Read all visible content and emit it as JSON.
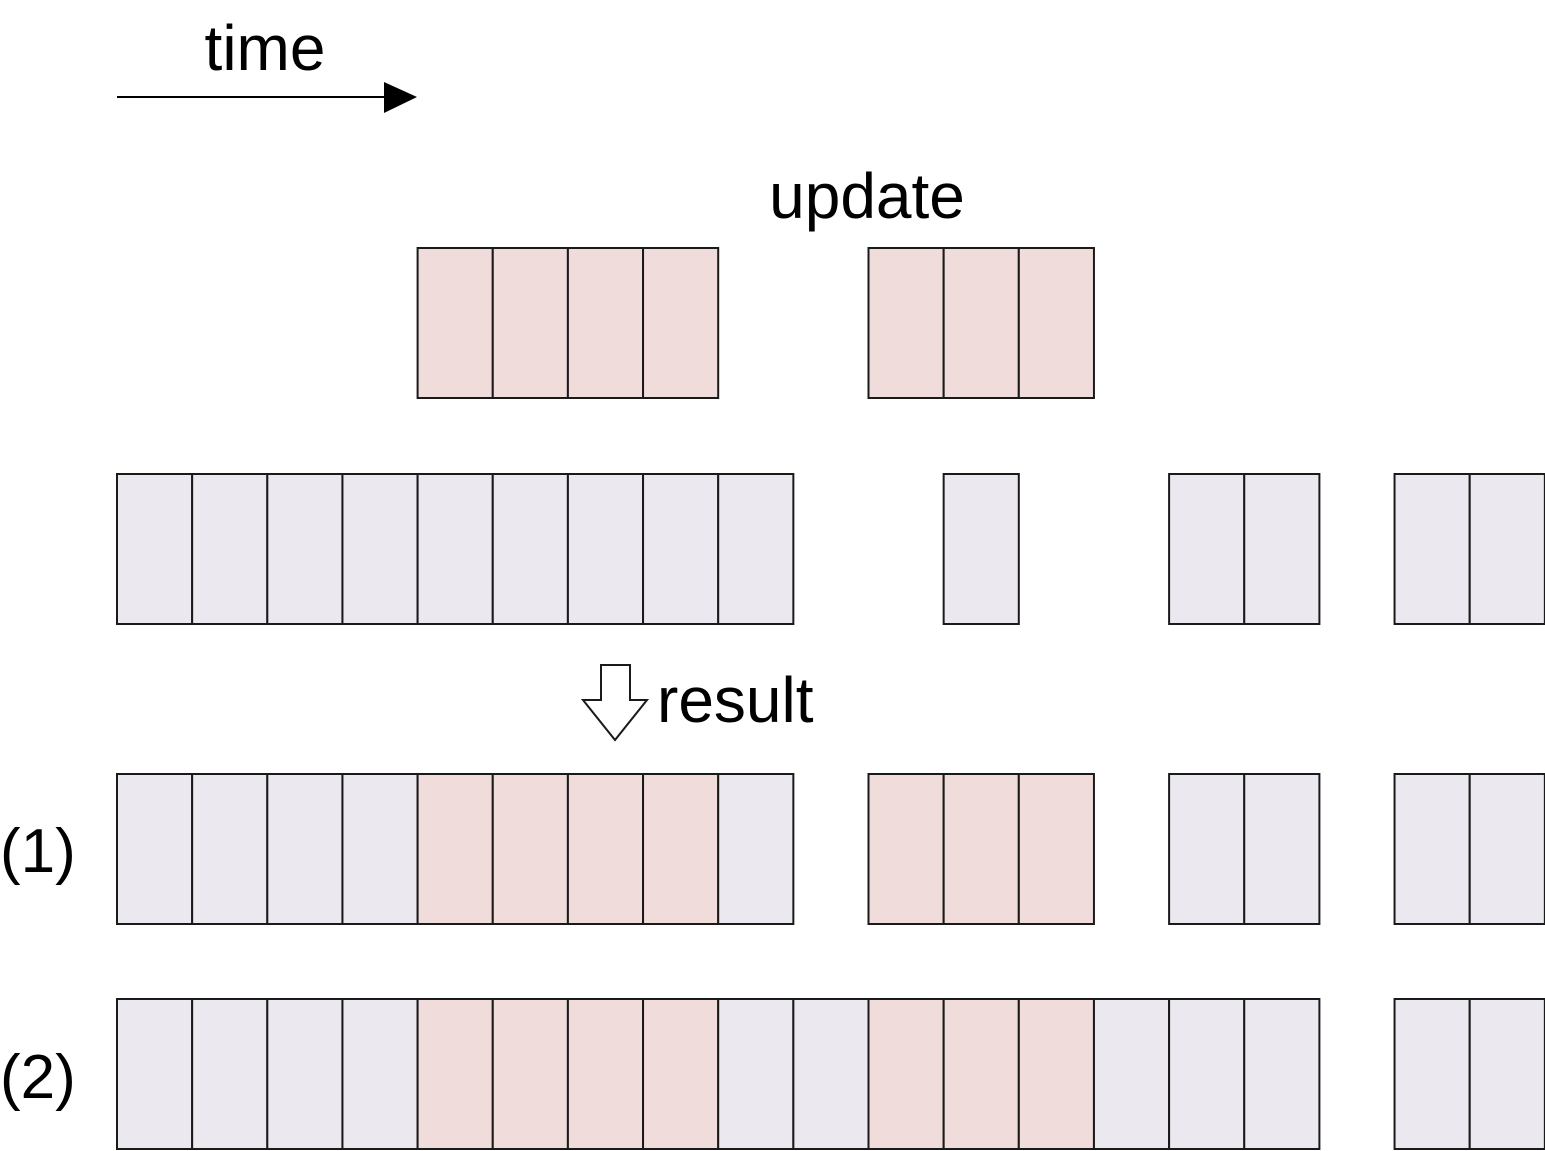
{
  "labels": {
    "time": "time",
    "update": "update",
    "result": "result",
    "row1": "(1)",
    "row2": "(2)"
  },
  "colors": {
    "existing": "#ebe8f0",
    "update": "#f1dcdc",
    "stroke": "#1a1a1a"
  },
  "rows": [
    {
      "id": "update",
      "blocks": [
        {
          "start": 4,
          "length": 4,
          "kind": "update"
        },
        {
          "start": 10,
          "length": 3,
          "kind": "update"
        }
      ]
    },
    {
      "id": "existing",
      "blocks": [
        {
          "start": 0,
          "length": 9,
          "kind": "existing"
        },
        {
          "start": 11,
          "length": 1,
          "kind": "existing"
        },
        {
          "start": 14,
          "length": 2,
          "kind": "existing"
        },
        {
          "start": 17,
          "length": 2,
          "kind": "existing"
        }
      ]
    },
    {
      "id": "result-1",
      "blocks": [
        {
          "start": 0,
          "length": 4,
          "kind": "existing"
        },
        {
          "start": 4,
          "length": 4,
          "kind": "update"
        },
        {
          "start": 8,
          "length": 1,
          "kind": "existing"
        },
        {
          "start": 10,
          "length": 3,
          "kind": "update"
        },
        {
          "start": 14,
          "length": 2,
          "kind": "existing"
        },
        {
          "start": 17,
          "length": 2,
          "kind": "existing"
        }
      ]
    },
    {
      "id": "result-2",
      "blocks": [
        {
          "start": 0,
          "length": 4,
          "kind": "existing"
        },
        {
          "start": 4,
          "length": 4,
          "kind": "update"
        },
        {
          "start": 8,
          "length": 2,
          "kind": "existing"
        },
        {
          "start": 10,
          "length": 3,
          "kind": "update"
        },
        {
          "start": 13,
          "length": 3,
          "kind": "existing"
        },
        {
          "start": 17,
          "length": 2,
          "kind": "existing"
        }
      ]
    }
  ]
}
